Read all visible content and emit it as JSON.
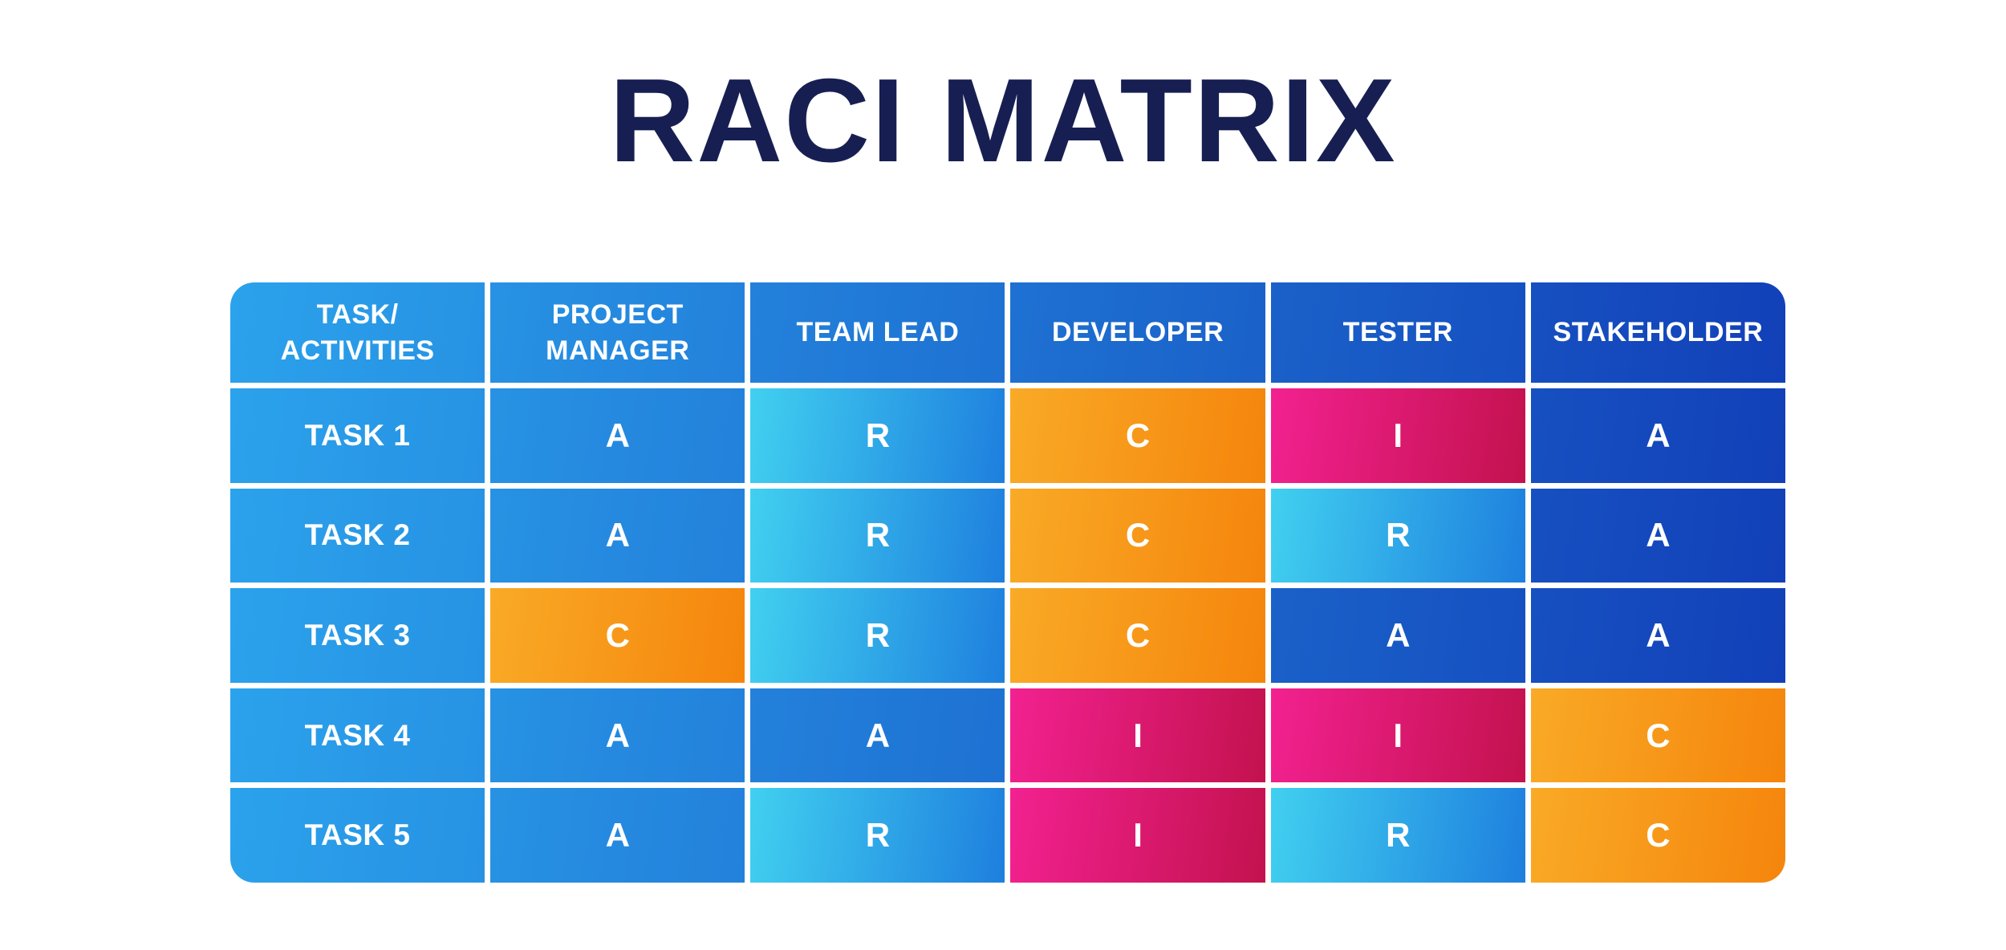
{
  "title": "RACI MATRIX",
  "colors": {
    "background": "#FFFFFF",
    "title_text": "#171F52",
    "cell_text": "#FFFFFF",
    "blue_gradient_start": "#2BA2EC",
    "blue_gradient_end": "#1240B8",
    "cyan_start": "#41D0F0",
    "cyan_end": "#1E7FDE",
    "orange_start": "#F9AA26",
    "orange_end": "#F5850C",
    "pink_start": "#F22190",
    "pink_end": "#C3124E"
  },
  "table": {
    "headers": [
      {
        "label": "TASK/\nACTIVITIES"
      },
      {
        "label": "PROJECT\nMANAGER"
      },
      {
        "label": "TEAM LEAD"
      },
      {
        "label": "DEVELOPER"
      },
      {
        "label": "TESTER"
      },
      {
        "label": "STAKEHOLDER"
      }
    ],
    "rows": [
      {
        "task": "TASK 1",
        "cells": [
          {
            "value": "A",
            "variant": "blue"
          },
          {
            "value": "R",
            "variant": "cyan"
          },
          {
            "value": "C",
            "variant": "orange"
          },
          {
            "value": "I",
            "variant": "pink"
          },
          {
            "value": "A",
            "variant": "blue"
          }
        ]
      },
      {
        "task": "TASK 2",
        "cells": [
          {
            "value": "A",
            "variant": "blue"
          },
          {
            "value": "R",
            "variant": "cyan"
          },
          {
            "value": "C",
            "variant": "orange"
          },
          {
            "value": "R",
            "variant": "cyan"
          },
          {
            "value": "A",
            "variant": "blue"
          }
        ]
      },
      {
        "task": "TASK 3",
        "cells": [
          {
            "value": "C",
            "variant": "orange"
          },
          {
            "value": "R",
            "variant": "cyan"
          },
          {
            "value": "C",
            "variant": "orange"
          },
          {
            "value": "A",
            "variant": "blue"
          },
          {
            "value": "A",
            "variant": "blue"
          }
        ]
      },
      {
        "task": "TASK 4",
        "cells": [
          {
            "value": "A",
            "variant": "blue"
          },
          {
            "value": "A",
            "variant": "blue"
          },
          {
            "value": "I",
            "variant": "pink"
          },
          {
            "value": "I",
            "variant": "pink"
          },
          {
            "value": "C",
            "variant": "orange"
          }
        ]
      },
      {
        "task": "TASK 5",
        "cells": [
          {
            "value": "A",
            "variant": "blue"
          },
          {
            "value": "R",
            "variant": "cyan"
          },
          {
            "value": "I",
            "variant": "pink"
          },
          {
            "value": "R",
            "variant": "cyan"
          },
          {
            "value": "C",
            "variant": "orange"
          }
        ]
      }
    ]
  }
}
